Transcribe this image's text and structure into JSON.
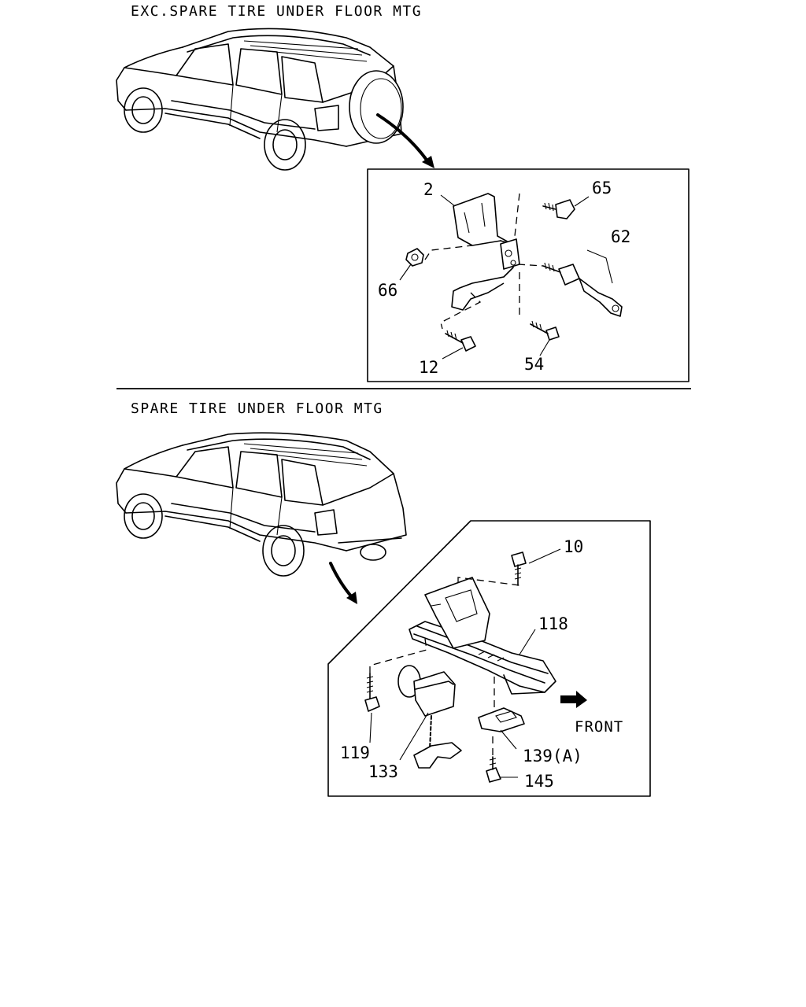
{
  "sections": [
    {
      "caption": "EXC.SPARE TIRE UNDER FLOOR MTG",
      "callouts": [
        "2",
        "65",
        "62",
        "66",
        "12",
        "54"
      ]
    },
    {
      "caption": "SPARE TIRE UNDER FLOOR MTG",
      "callouts": [
        "10",
        "118",
        "119",
        "133",
        "139(A)",
        "145"
      ],
      "direction_label": "FRONT"
    }
  ],
  "icons": {
    "front_arrow": "front-arrow-icon"
  }
}
